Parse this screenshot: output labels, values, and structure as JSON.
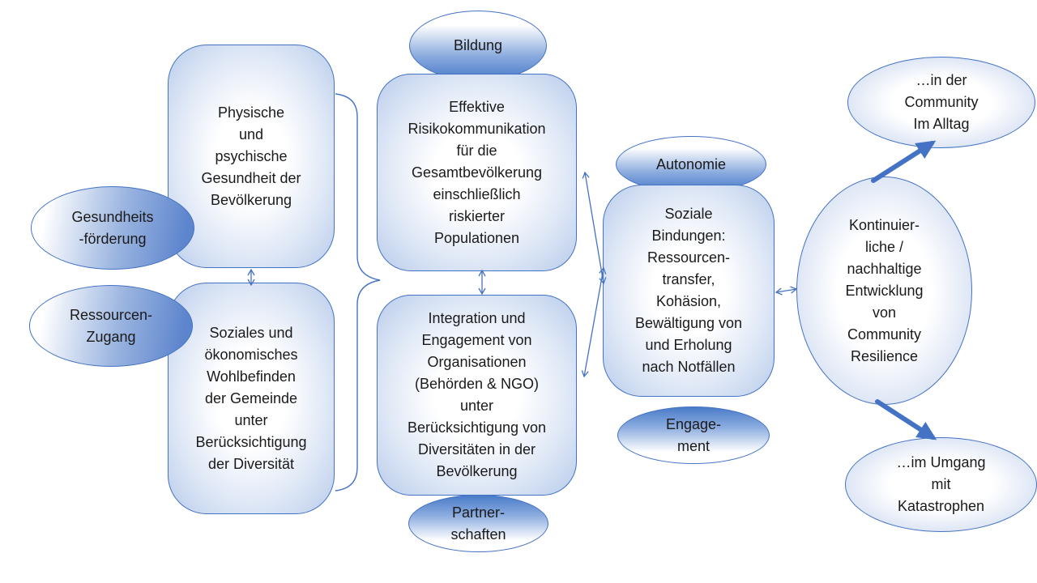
{
  "title": "Community Resilience Diagramm",
  "colors": {
    "accent": "#4472C4",
    "shape_border": "#4472C4",
    "fill_light_blue": "#b9cceb",
    "text": "#1a1a1a"
  },
  "nodes": {
    "physical_health": "Physische\nund\npsychische\nGesundheit der\nBevölkerung",
    "social_economic": "Soziales und\nökonomisches\nWohlbefinden\nder Gemeinde\nunter\nBerücksichtigung\nder Diversität",
    "risk_communication": "Effektive\nRisikokommunikation\nfür die\nGesamtbevölkerung\neinschließlich\nriskierter\nPopulationen",
    "integration": "Integration und\nEngagement von\nOrganisationen\n(Behörden & NGO)\nunter\nBerücksichtigung von\nDiversitäten in der\nBevölkerung",
    "social_bonds": "Soziale\nBindungen:\nRessourcen-\ntransfer,\nKohäsion,\nBewältigung von\nund Erholung\nnach Notfällen",
    "community_resilience": "Kontinuier-\nliche /\nnachhaltige\nEntwicklung\nvon\nCommunity\nResilience",
    "bildung": "Bildung",
    "gesundheitsfoerderung": "Gesundheits\n-förderung",
    "ressourcen_zugang": "Ressourcen-\nZugang",
    "partnerschaften": "Partner-\nschaften",
    "autonomie": "Autonomie",
    "engagement": "Engage-\nment",
    "in_der_community": "…in der\nCommunity\nIm Alltag",
    "im_umgang_katastrophen": "…im Umgang\nmit\nKatastrophen"
  }
}
